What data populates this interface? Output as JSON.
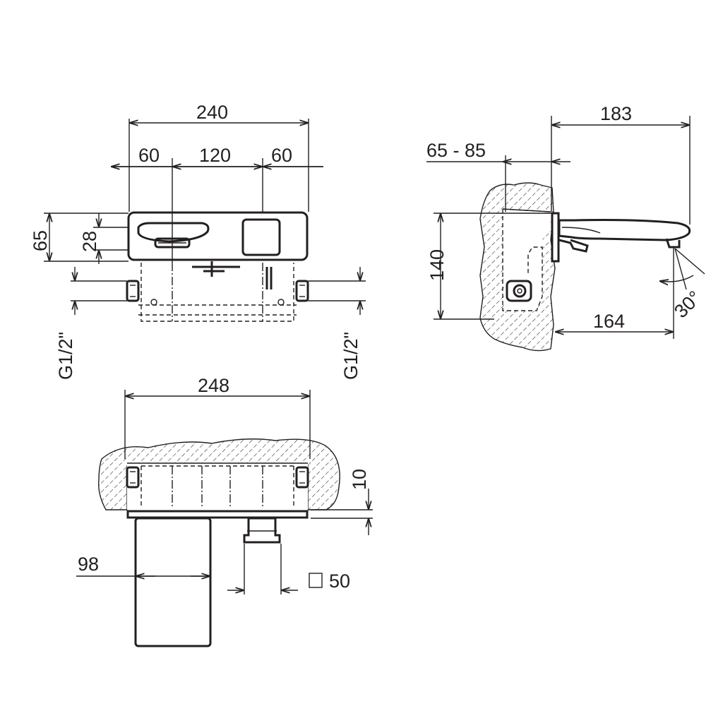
{
  "dimensions": {
    "top_total": "240",
    "top_left": "60",
    "top_mid": "120",
    "top_right": "60",
    "height_65": "65",
    "height_28": "28",
    "thread_left": "G1/2\"",
    "thread_right": "G1/2\"",
    "side_183": "183",
    "side_65_85": "65 - 85",
    "side_140": "140",
    "side_164": "164",
    "side_angle": "30°",
    "bottom_248": "248",
    "bottom_10": "10",
    "bottom_98": "98",
    "bottom_50": "50"
  }
}
